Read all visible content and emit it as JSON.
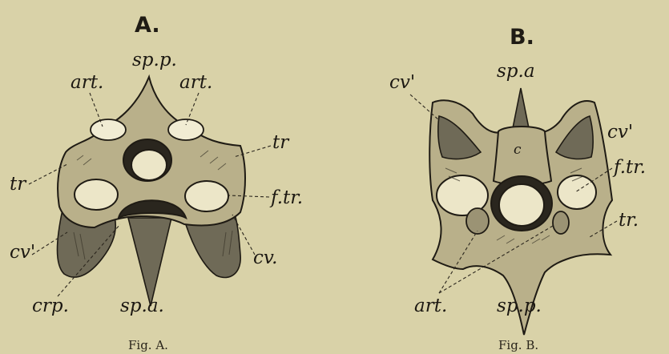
{
  "figA": {
    "letter": "A.",
    "caption": "Fig. A.",
    "labels": {
      "sp_p": "sp.p.",
      "art_left": "art.",
      "art_right": "art.",
      "tr_right": "tr",
      "tr_left": "tr",
      "f_tr": "f.tr.",
      "cv_right": "cv.",
      "cv_left": "cv'",
      "crp": "crp.",
      "sp_a": "sp.a."
    }
  },
  "figB": {
    "letter": "B.",
    "caption": "Fig. B.",
    "labels": {
      "sp_a": "sp.a",
      "cv_left": "cv'",
      "cv_right": "cv'",
      "f_tr": "f.tr.",
      "tr": "tr.",
      "c": "c",
      "art": "art.",
      "sp_p": "sp.p."
    }
  }
}
